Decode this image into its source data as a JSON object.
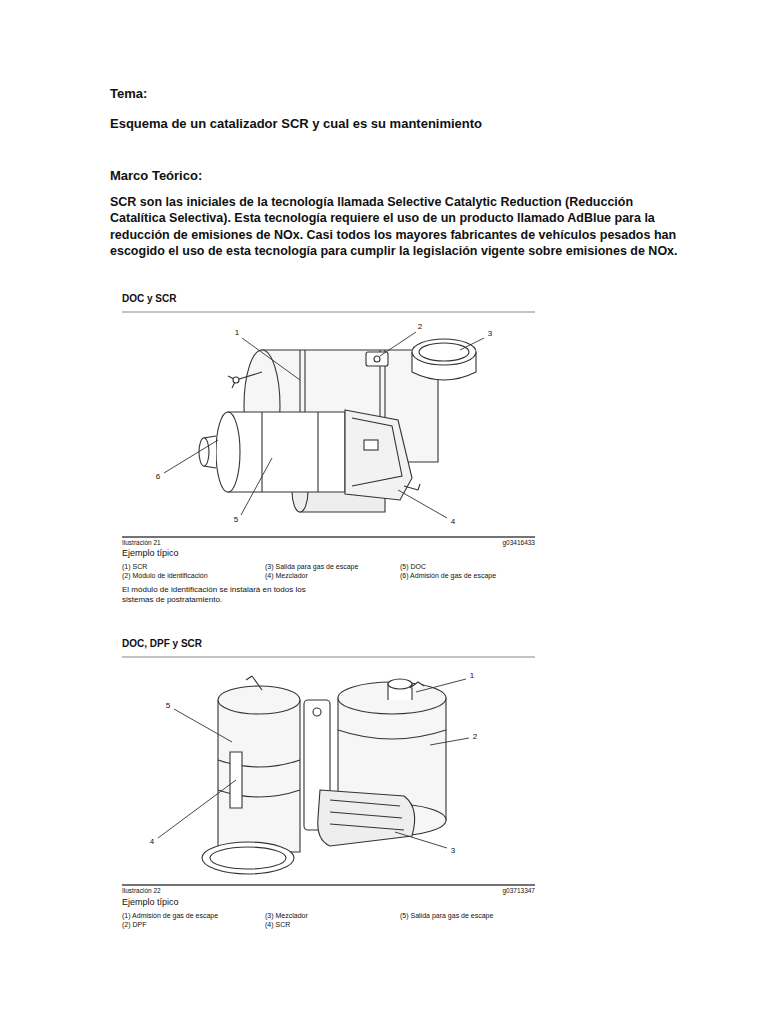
{
  "diagram": {
    "title": "Tema:",
    "labels": [
      "Esquema de un catalizador SCR y cual es su mantenimiento",
      "Marco Teórico:",
      "SCR son las iniciales de la tecnología llamada Selective Catalytic Reduction (Reducción Catalítica Selectiva). Esta tecnología requiere el uso de un producto llamado AdBlue para la reducción de emisiones de NOx. Casi todos los mayores fabricantes de vehículos pesados han escogido el uso de esta tecnología para cumplir la legislación vigente sobre emisiones de NOx.",
      "DOC y SCR",
      "1",
      "2",
      "3",
      "6",
      "5",
      "4",
      "Ilustración 21",
      "g03416433",
      "Ejemplo típico",
      "(1) SCR",
      "(2) Módulo de identificación",
      "(3) Salida para gas de escape",
      "(4) Mezclador",
      "(5) DOC",
      "(6) Admisión de gas de escape",
      "El módulo de identificación se instalará en todos los sistemas de postratamiento.",
      "DOC, DPF y SCR",
      "1",
      "5",
      "2",
      "4",
      "3",
      "Ilustración 22",
      "g03713347",
      "Ejemplo típico",
      "(1) Admisión de gas de escape",
      "(2) DPF",
      "(3) Mezclador",
      "(4) SCR",
      "(5) Salida para gas de escape"
    ]
  }
}
